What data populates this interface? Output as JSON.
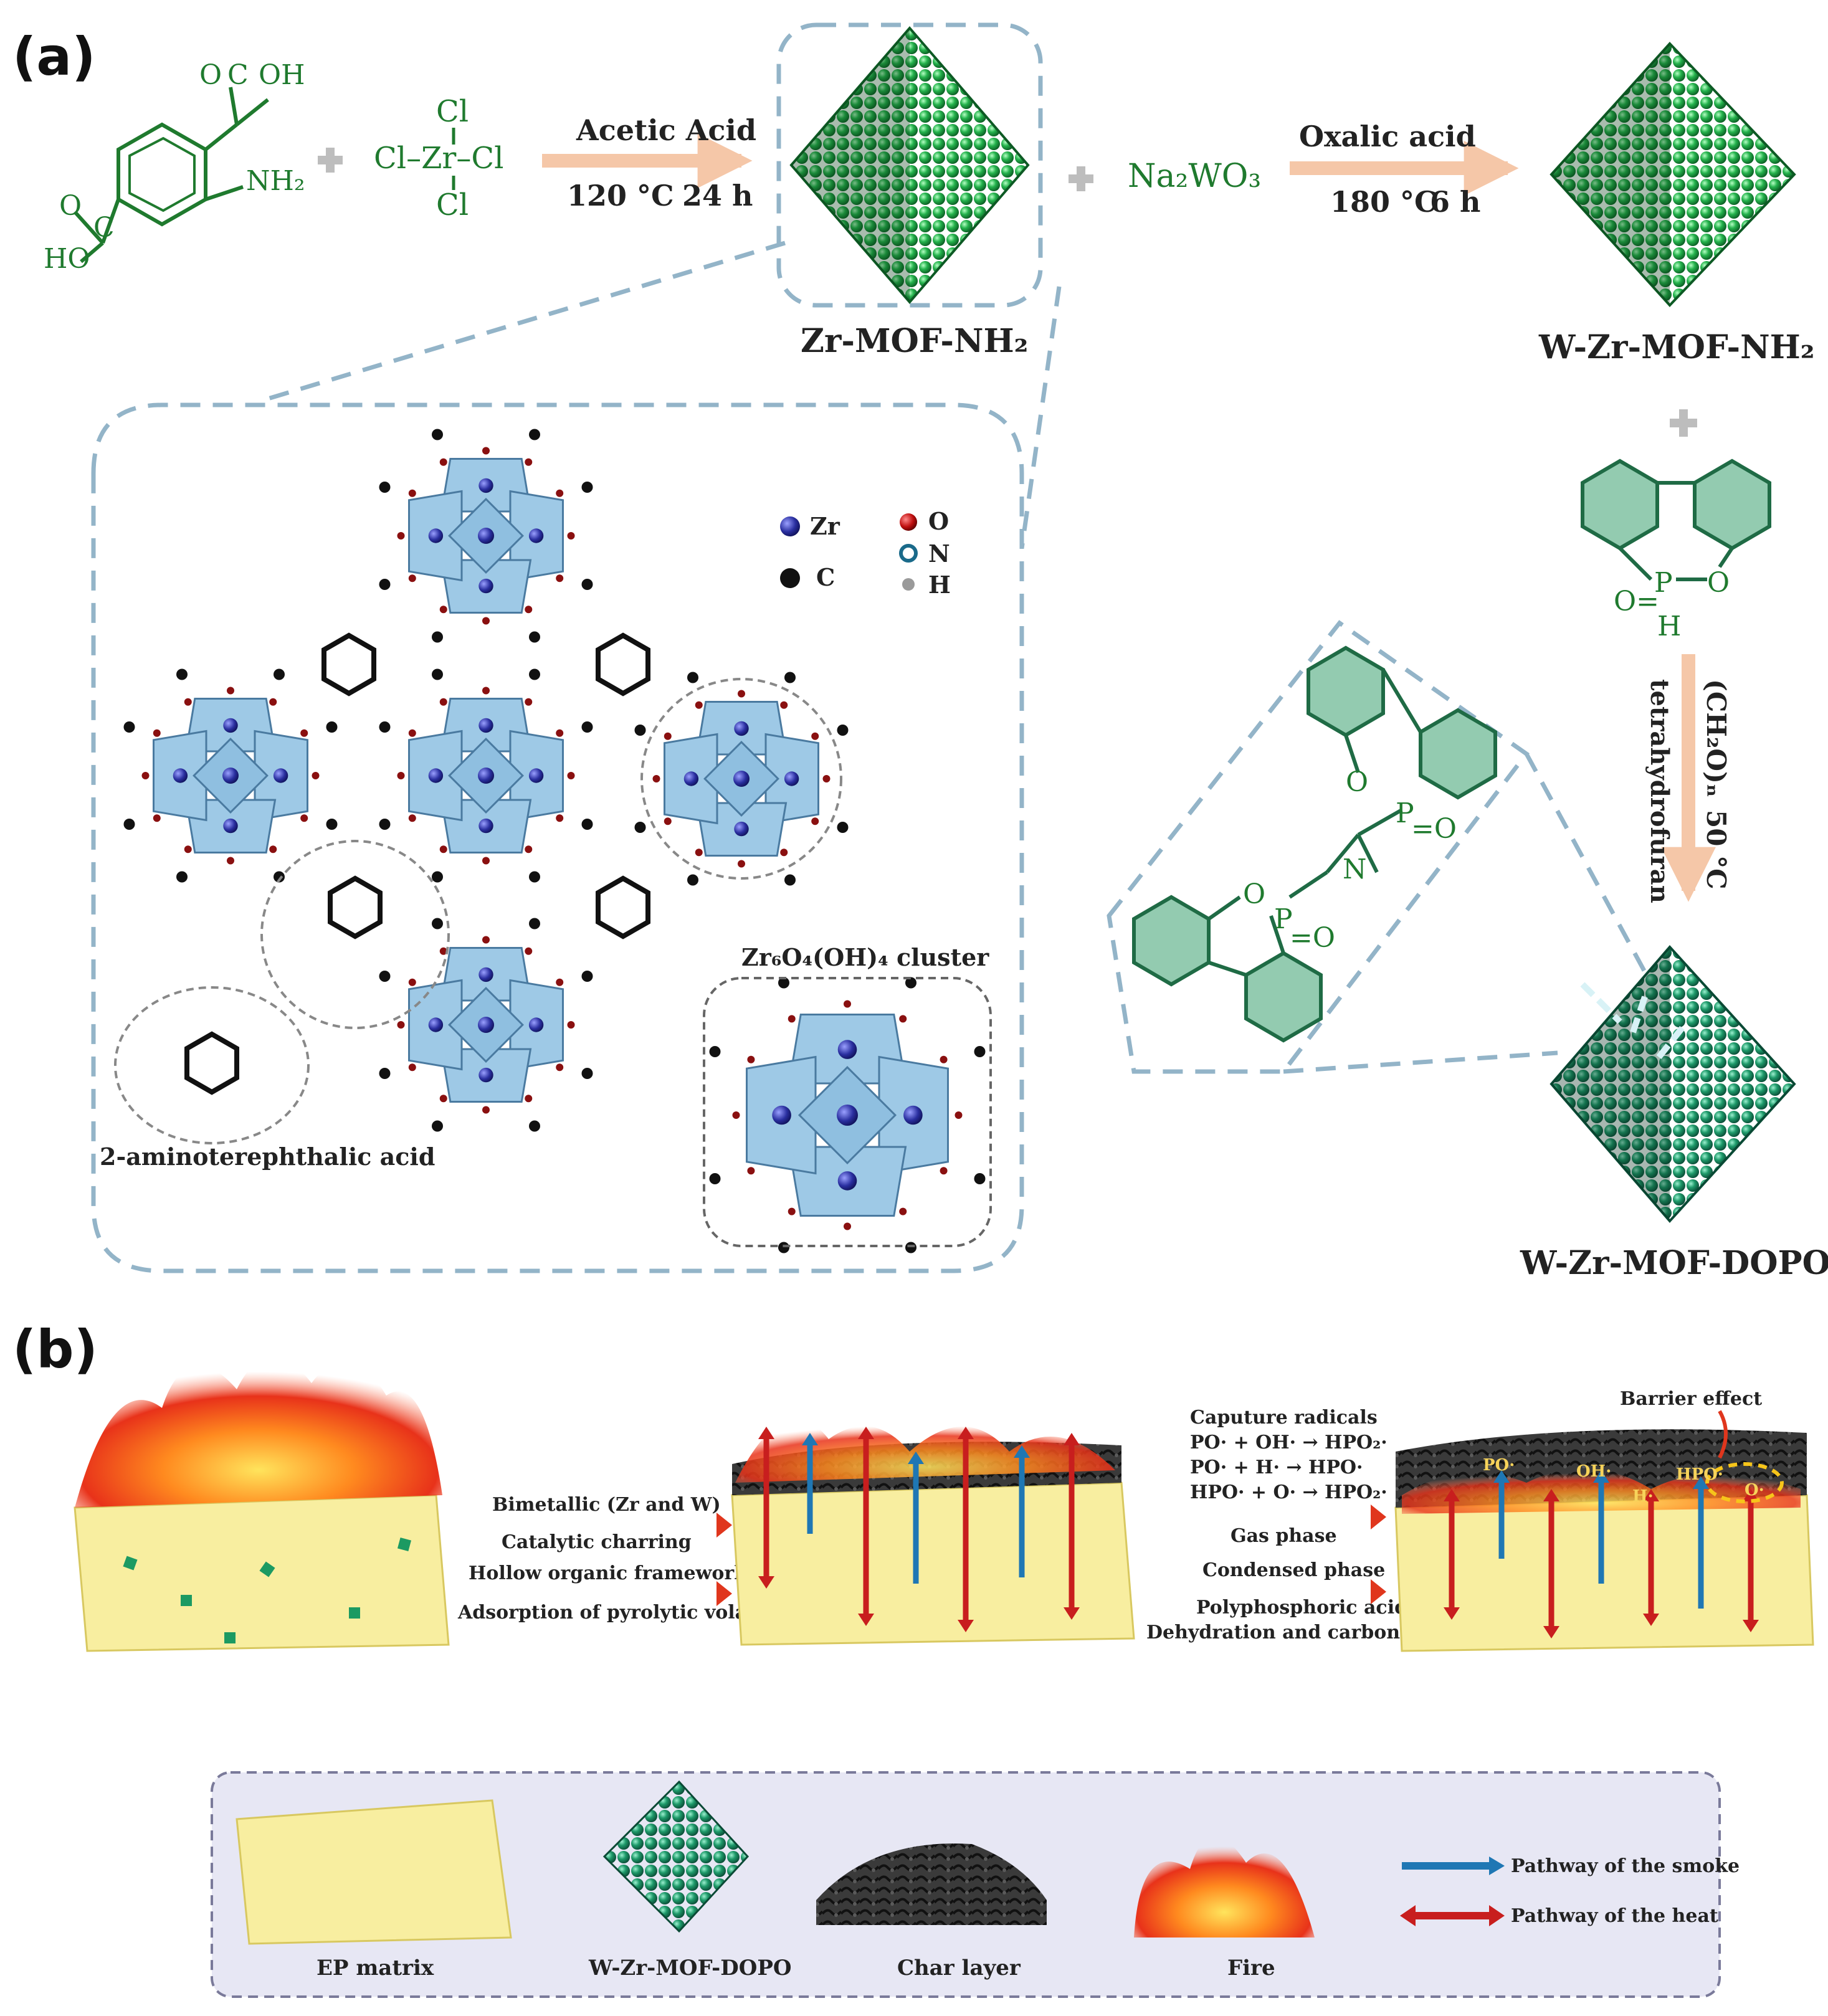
{
  "panel_a": {
    "label": "(a)",
    "linker": {
      "oh": "OH",
      "nh2": "NH₂",
      "ho": "HO",
      "o1": "O",
      "o2": "O",
      "c1": "C",
      "c2": "C"
    },
    "zrcl4": {
      "cl_top": "Cl",
      "row": "Cl–Zr–Cl",
      "cl_bottom": "Cl"
    },
    "step1": {
      "reagent": "Acetic Acid",
      "temp": "120 °C",
      "time": "24 h"
    },
    "product1": "Zr-MOF-NH₂",
    "na2wo4": "Na₂WO₃",
    "step2": {
      "reagent": "Oxalic acid",
      "temp": "180 °C",
      "time": "6 h"
    },
    "product2": "W-Zr-MOF-NH₂",
    "dopo": {
      "o_ring": "O",
      "p": "P",
      "o_double": "O=",
      "h": "H"
    },
    "step3": {
      "reagent1": "(CH₂O)ₙ",
      "temp": "50 °C",
      "reagent2": "tetrahydrofuran"
    },
    "grafted": {
      "o1": "O",
      "p1": "P",
      "eq1": "=O",
      "n": "N",
      "o2": "O",
      "p2": "P",
      "eq2": "=O"
    },
    "product3": "W-Zr-MOF-DOPO",
    "legend": {
      "zr": "Zr",
      "o": "O",
      "c": "C",
      "n": "N",
      "h": "H"
    },
    "cluster_label": "Zr₆O₄(OH)₄ cluster",
    "linker_label": "2-aminoterephthalic acid"
  },
  "panel_b": {
    "label": "(b)",
    "arrow1": {
      "top": "Bimetallic (Zr and W)",
      "bottom": "Catalytic charring"
    },
    "arrow2": {
      "top": "Hollow organic frameworks",
      "bottom": "Adsorption of pyrolytic volatiles"
    },
    "gas": {
      "title": "Caputure radicals",
      "eq1": "PO· + OH· → HPO₂·",
      "eq2": "PO· + H· → HPO·",
      "eq3": "HPO· + O· → HPO₂·",
      "phase": "Gas phase"
    },
    "condensed": {
      "phase": "Condensed phase",
      "line1": "Polyphosphoric acid",
      "line2": "Dehydration and carbonization"
    },
    "barrier": "Barrier effect",
    "radicals": [
      "PO·",
      "OH·",
      "H·",
      "HPO·",
      "O·"
    ],
    "legend": {
      "ep": "EP matrix",
      "mof": "W-Zr-MOF-DOPO",
      "char": "Char layer",
      "fire": "Fire",
      "smoke": "Pathway of the smoke",
      "heat": "Pathway of the heat"
    }
  },
  "colors": {
    "green": "#1f7a2e",
    "mof_green": "#22b14c",
    "dopo_teal": "#1f8a64",
    "box_dash": "#93b4c8",
    "arrow_peach": "#f5c7a8",
    "cluster_blue": "#9ec9e6",
    "ep_yellow": "#f8eea0",
    "char": "#2a2a2a",
    "smoke": "#1f77b4",
    "heat": "#c81e1e"
  }
}
